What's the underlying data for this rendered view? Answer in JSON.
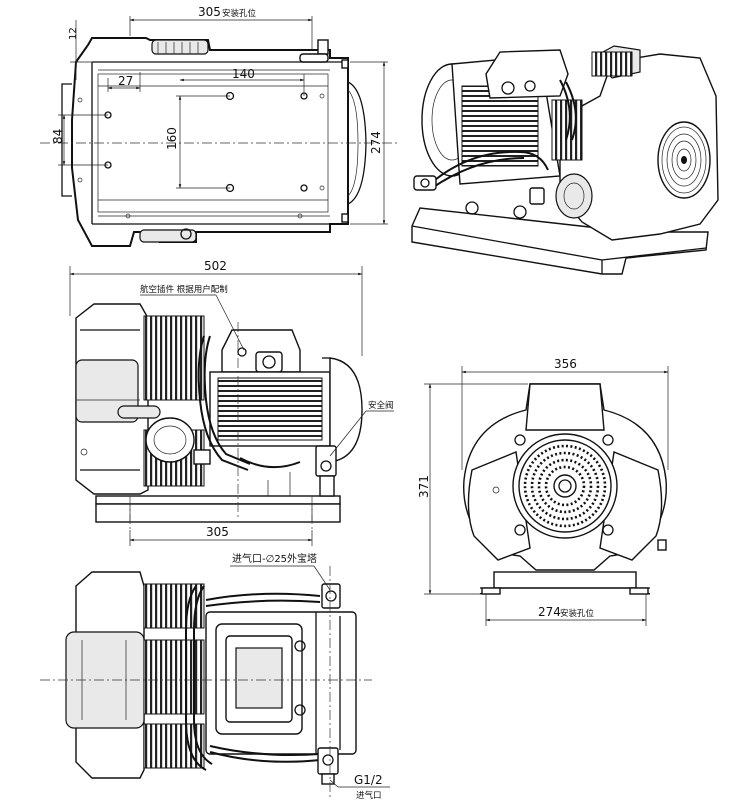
{
  "top_view": {
    "dim_width": "305",
    "dim_width_note": "安装孔位",
    "dim_12": "12",
    "dim_27": "27",
    "dim_140": "140",
    "dim_160": "160",
    "dim_84": "84",
    "dim_274": "274"
  },
  "side_view": {
    "dim_overall": "502",
    "dim_base": "305",
    "label_connector": "航空插件 根据用户配制",
    "label_valve": "安全阀"
  },
  "end_view": {
    "dim_width": "356",
    "dim_height": "371",
    "dim_base": "274",
    "dim_base_note": "安装孔位"
  },
  "bottom_view": {
    "label_inlet": "进气口-∅25外宝塔",
    "label_thread": "G1/2",
    "label_thread_note": "进气口"
  }
}
